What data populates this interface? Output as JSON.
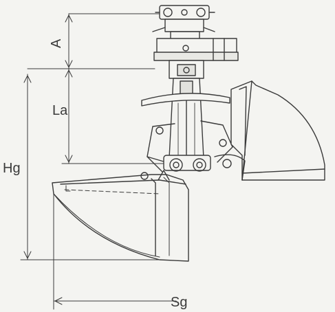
{
  "diagram": {
    "labels": {
      "a": "A",
      "la": "La",
      "hg": "Hg",
      "sg": "Sg"
    },
    "colors": {
      "ink": "#3a3a3a",
      "background": "#f4f4f1",
      "shade": "#d8d8d4"
    }
  }
}
